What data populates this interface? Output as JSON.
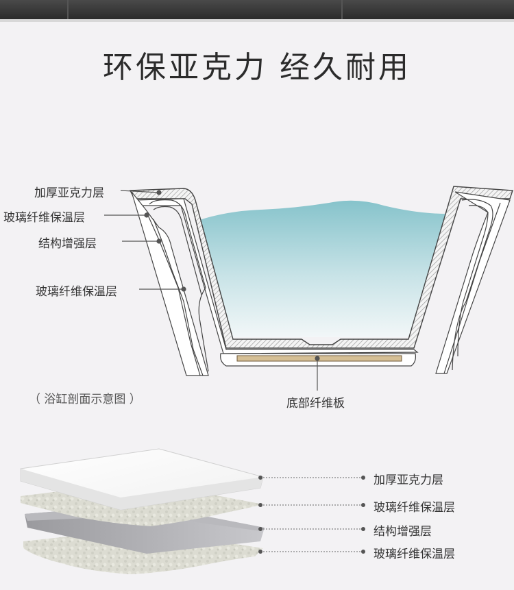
{
  "title": "环保亚克力 经久耐用",
  "diagram": {
    "layers": [
      "加厚亚克力层",
      "玻璃纤维保温层",
      "结构增强层",
      "玻璃纤维保温层"
    ],
    "bottom_board": "底部纤维板",
    "caption": "（ 浴缸剖面示意图 ）"
  },
  "stack": {
    "layers": [
      "加厚亚克力层",
      "玻璃纤维保温层",
      "结构增强层",
      "玻璃纤维保温层"
    ]
  }
}
